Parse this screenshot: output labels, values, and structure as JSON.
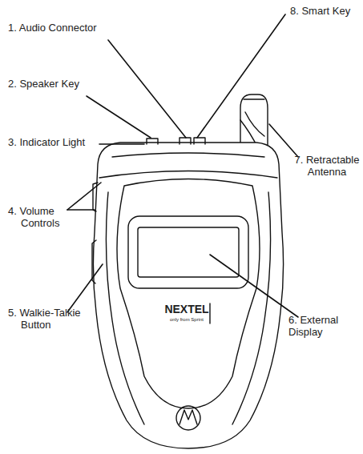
{
  "diagram": {
    "labels": [
      "1. Audio Connector",
      "2. Speaker Key",
      "3. Indicator Light",
      "4. Volume Controls",
      "5. Walkie-Talkie Button",
      "6. External Display",
      "7. Retractable Antenna",
      "8. Smart Key",
      "NEXTEL",
      "only from Sprint"
    ]
  }
}
